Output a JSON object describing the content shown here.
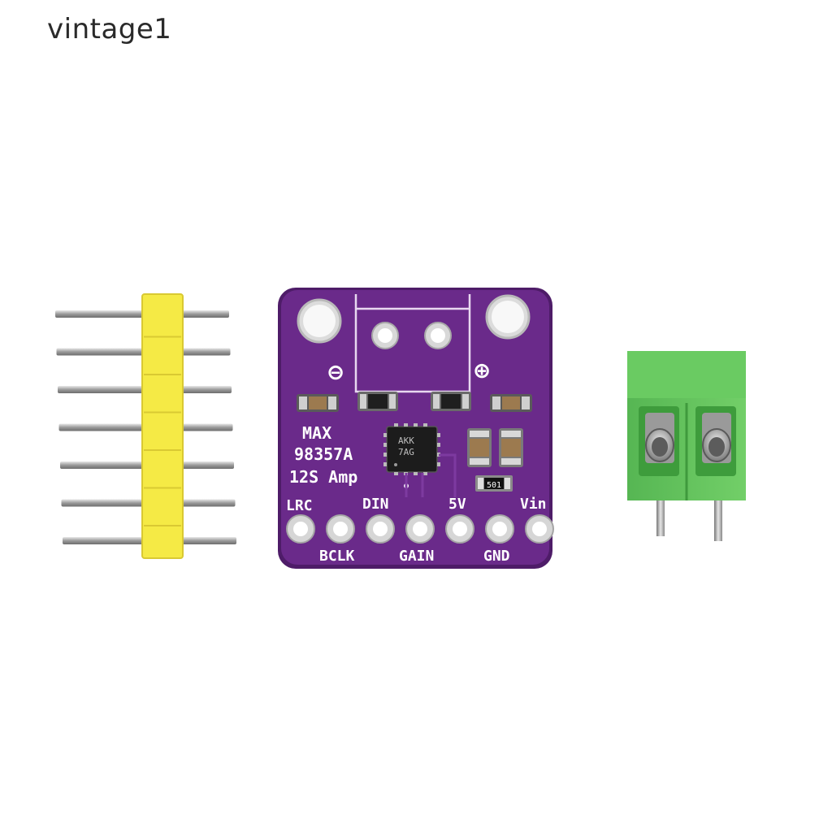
{
  "watermark": "vintage1",
  "board": {
    "silkscreen": {
      "line1": "MAX",
      "line2": "98357A",
      "line3": "12S Amp",
      "minus": "⊖",
      "plus": "⊕"
    },
    "chip_marking": {
      "line1": "AKK",
      "line2": "7AG"
    },
    "resistor_code": "501",
    "pin_labels_top": [
      "LRC",
      "DIN",
      "5V",
      "Vin"
    ],
    "pin_labels_bottom": [
      "BCLK",
      "GAIN",
      "GND"
    ]
  },
  "colors": {
    "pcb": "#6a2a8a",
    "pcb_edge": "#4e1c68",
    "header_plastic": "#f5ea45",
    "terminal_block": "#5fc15a"
  },
  "header_pin_count": 7
}
